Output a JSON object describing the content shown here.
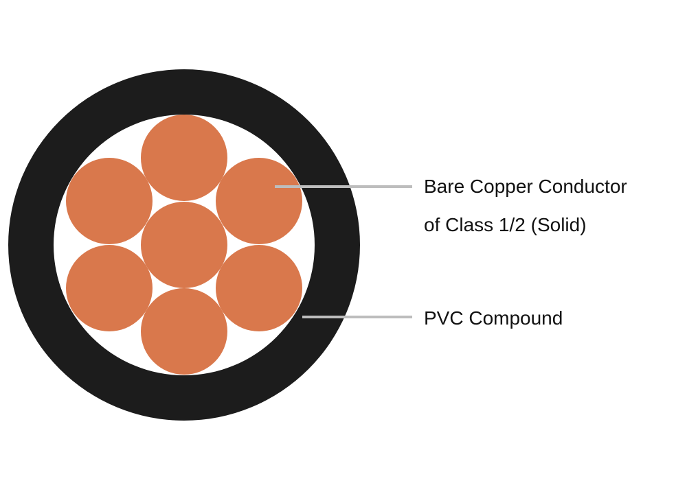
{
  "labels": {
    "conductor_line1": "Bare Copper Conductor",
    "conductor_line2": "of Class 1/2 (Solid)",
    "insulation": "PVC Compound"
  },
  "colors": {
    "background": "#ffffff",
    "sheath": "#1c1c1c",
    "gap": "#ffffff",
    "copper": "#d9784c",
    "leader_line": "#bdbdbd",
    "text": "#111111"
  }
}
